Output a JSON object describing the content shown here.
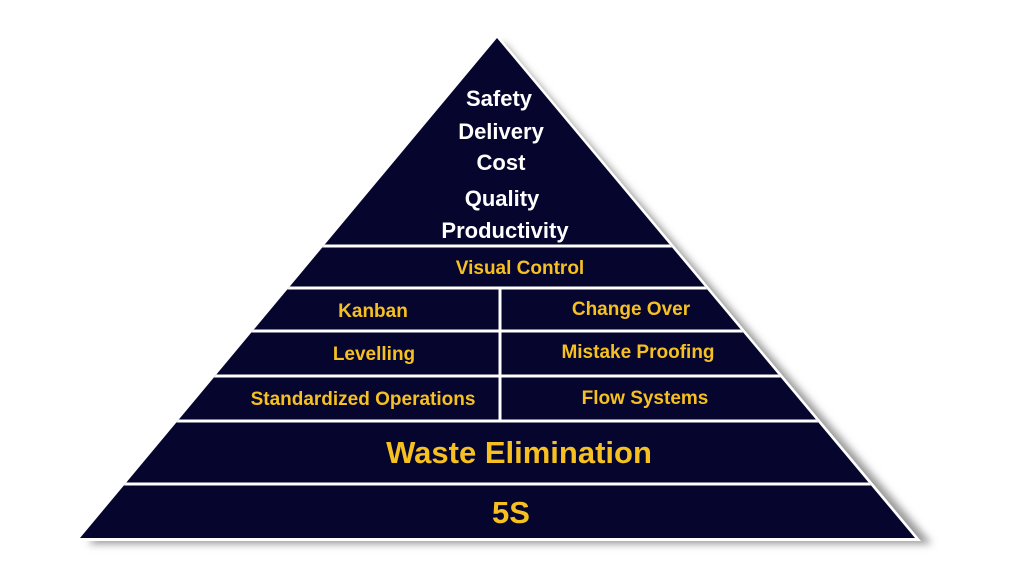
{
  "colors": {
    "fill": "#05052e",
    "text_top": "#ffffff",
    "text_levels": "#f5c020",
    "divider": "#ffffff"
  },
  "apex": [
    "Safety",
    "Delivery",
    "Cost",
    "Quality",
    "Productivity"
  ],
  "levels": {
    "visual_control": "Visual Control",
    "kanban": "Kanban",
    "change_over": "Change Over",
    "levelling": "Levelling",
    "mistake_proofing": "Mistake Proofing",
    "standardized_operations": "Standardized Operations",
    "flow_systems": "Flow Systems",
    "waste_elimination": "Waste Elimination",
    "five_s": "5S"
  }
}
